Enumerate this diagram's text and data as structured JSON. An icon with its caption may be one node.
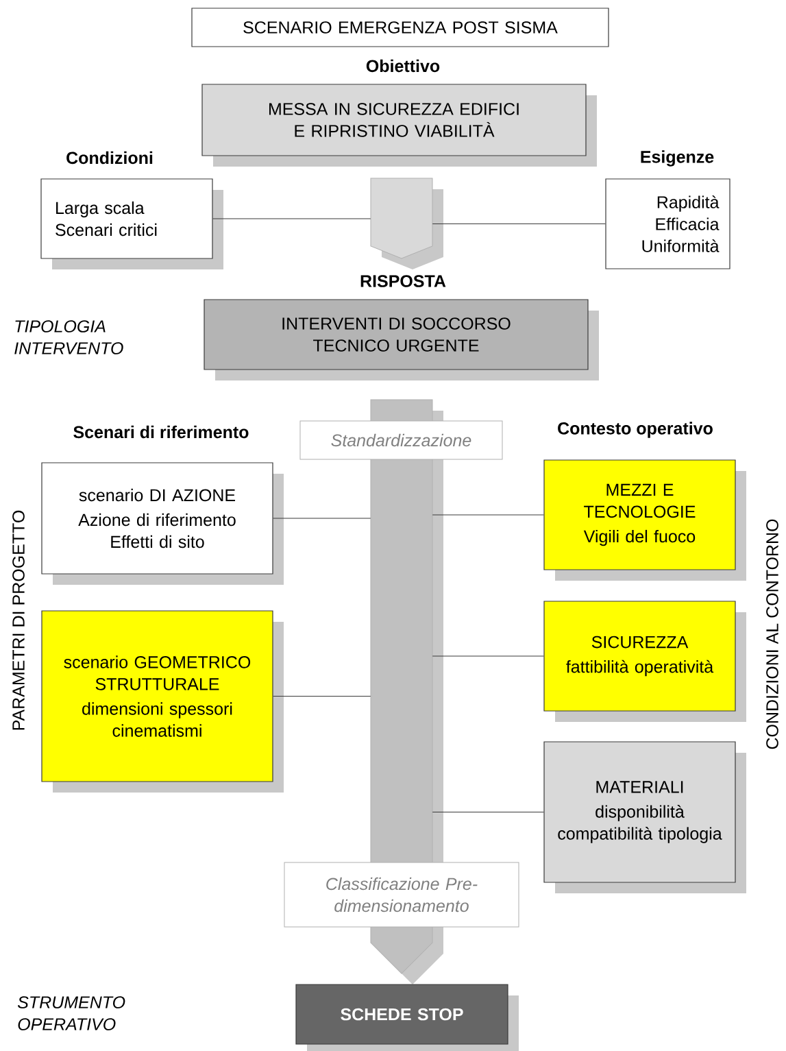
{
  "diagram": {
    "nodes": [
      {
        "text": [
          "SCENARIO EMERGENZA POST SISMA"
        ]
      },
      {
        "text": [
          "Obiettivo",
          "MESSA IN SICUREZZA EDIFICI E RIPRISTINO VIABILITÀ"
        ]
      },
      {
        "text": [
          "Condizioni",
          "Larga scala Scenari critici"
        ]
      },
      {
        "text": [],
        "shape": "arrow"
      },
      {
        "text": [
          "Esigenze",
          "Rapidità Efficacia Uniformità"
        ]
      },
      {
        "text": [
          "RISPOSTA",
          "INTERVENTI DI SOCCORSO TECNICO URGENTE"
        ]
      },
      {
        "text": [],
        "shape": "arrow"
      },
      {
        "text": [
          "Standardizzazione"
        ]
      },
      {
        "text": [
          "scenario DI AZIONE",
          "Azione di riferimento Effetti di sito"
        ]
      },
      {
        "text": [
          "scenario GEOMETRICO STRUTTURALE",
          "dimensioni spessori cinematismi"
        ]
      },
      {
        "text": [
          "MEZZI E TECNOLOGIE",
          "Vigili del fuoco"
        ]
      },
      {
        "text": [
          "SICUREZZA",
          "fattibilità operatività"
        ]
      },
      {
        "text": [
          "MATERIALI",
          "disponibilità compatibilità tipologia"
        ]
      },
      {
        "text": [
          "Classificazione Pre-dimensionamento"
        ]
      },
      {
        "text": [
          "SCHEDE STOP"
        ]
      }
    ],
    "edges": [
      {
        "from": 2,
        "to": 3,
        "arrow": "none"
      },
      {
        "from": 4,
        "to": 3,
        "arrow": "none"
      },
      {
        "from": 8,
        "to": 6,
        "arrow": "none"
      },
      {
        "from": 9,
        "to": 6,
        "arrow": "none"
      },
      {
        "from": 10,
        "to": 6,
        "arrow": "none"
      },
      {
        "from": 11,
        "to": 6,
        "arrow": "none"
      },
      {
        "from": 12,
        "to": 6,
        "arrow": "none"
      }
    ],
    "labels": [
      "TIPOLOGIA INTERVENTO",
      "Scenari di riferimento",
      "Contesto operativo",
      "PARAMETRI DI PROGETTO",
      "CONDIZIONI AL CONTORNO",
      "STRUMENTO OPERATIVO"
    ]
  }
}
